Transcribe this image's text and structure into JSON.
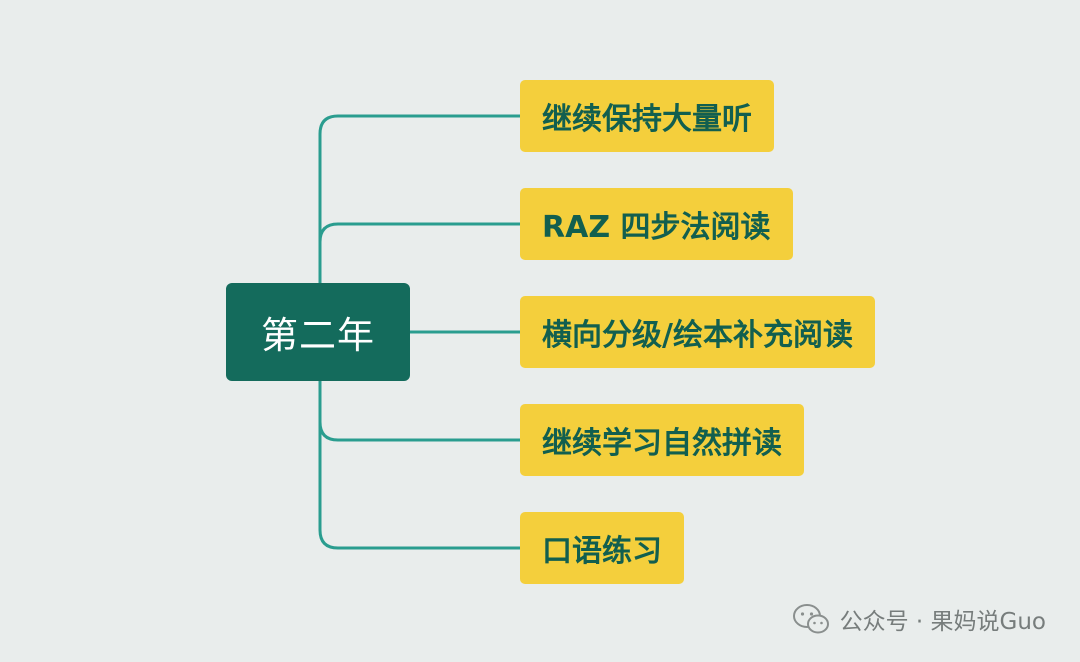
{
  "diagram": {
    "type": "mindmap",
    "root": {
      "label": "第二年"
    },
    "branches": [
      {
        "label": "继续保持大量听"
      },
      {
        "label": "RAZ 四步法阅读"
      },
      {
        "label": "横向分级/绘本补充阅读"
      },
      {
        "label": "继续学习自然拼读"
      },
      {
        "label": "口语练习"
      }
    ]
  },
  "watermark": {
    "icon": "wechat-icon",
    "text": "公众号 · 果妈说Guo"
  },
  "colors": {
    "background": "#e9edec",
    "root_fill": "#146b5c",
    "root_text": "#ffffff",
    "branch_fill": "#f4cf3c",
    "branch_text": "#125f4f",
    "connector": "#2a9d8f"
  }
}
